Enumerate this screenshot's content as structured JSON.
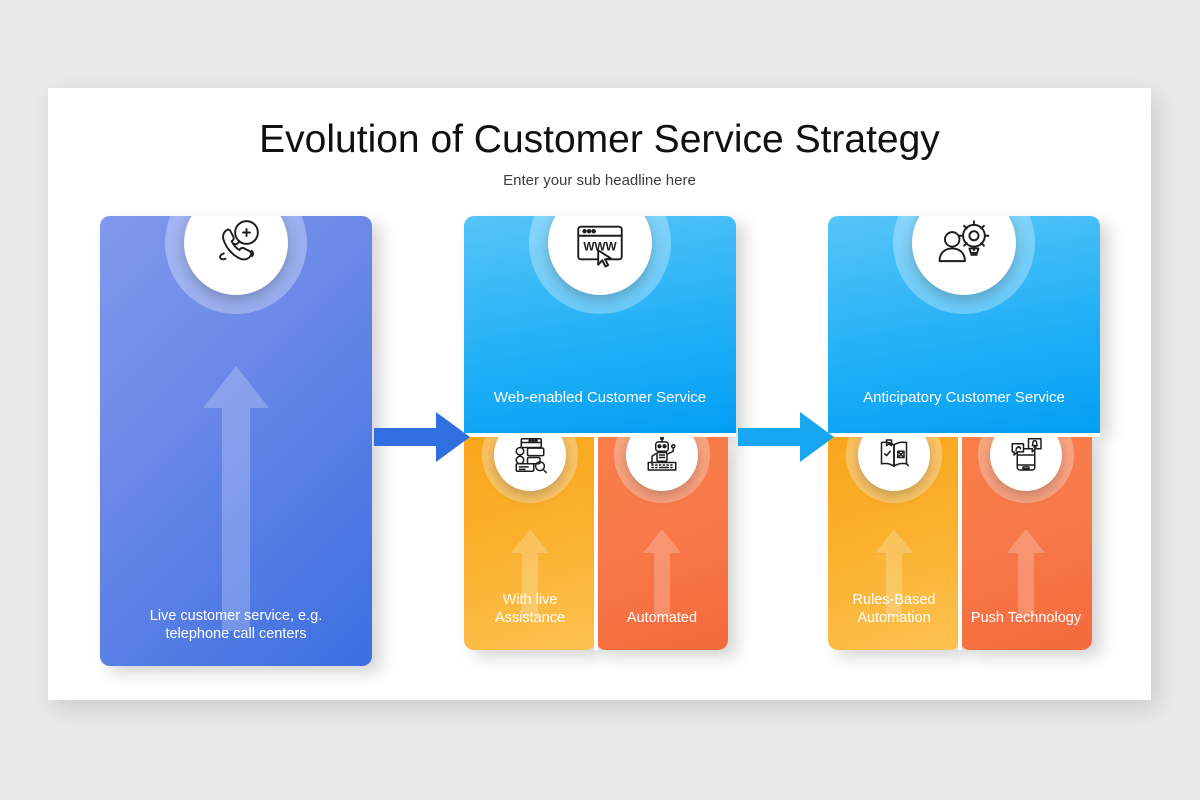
{
  "slide": {
    "title": "Evolution of Customer Service Strategy",
    "subtitle": "Enter your sub headline here",
    "background_color": "#e9e9e9",
    "canvas_color": "#ffffff"
  },
  "stages": [
    {
      "id": "stage-1",
      "caption": "Live customer service, e.g. telephone call centers",
      "icon": "phone-support-icon",
      "color_start": "#8099ec",
      "color_end": "#3b6fe0",
      "sub_cards": []
    },
    {
      "id": "stage-2",
      "caption": "Web-enabled Customer Service",
      "icon": "browser-www-cursor-icon",
      "color_start": "#57c5f8",
      "color_end": "#039ff4",
      "sub_cards": [
        {
          "caption": "With live Assistance",
          "icon": "live-chat-support-icon",
          "color_start": "#f9a61c",
          "color_end": "#fcc251"
        },
        {
          "caption": "Automated",
          "icon": "robot-keyboard-icon",
          "color_start": "#f97f4b",
          "color_end": "#f46a3c"
        }
      ]
    },
    {
      "id": "stage-3",
      "caption": "Anticipatory Customer Service",
      "icon": "person-gear-idea-icon",
      "color_start": "#57c5f8",
      "color_end": "#039ff4",
      "sub_cards": [
        {
          "caption": "Rules-Based Automation",
          "icon": "rulebook-check-cross-icon",
          "color_start": "#f9a61c",
          "color_end": "#fcc251"
        },
        {
          "caption": "Push Technology",
          "icon": "phone-notification-bell-icon",
          "color_start": "#f97f4b",
          "color_end": "#f46a3c"
        }
      ]
    }
  ],
  "connectors": [
    {
      "id": "connector-1",
      "direction": "right",
      "color": "#2f6fe0"
    },
    {
      "id": "connector-2",
      "direction": "right",
      "color": "#17a6f2"
    }
  ]
}
